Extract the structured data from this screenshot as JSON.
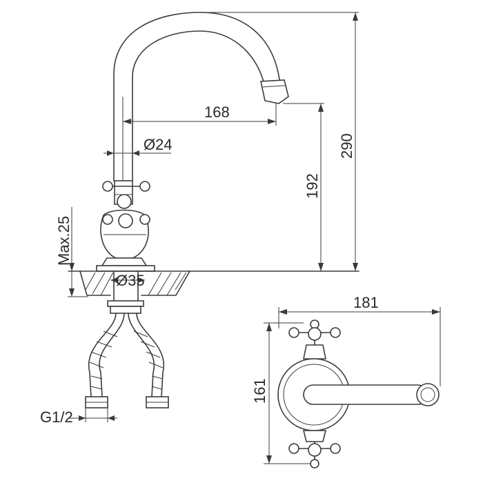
{
  "dimensions": {
    "spout_reach": "168",
    "spout_diameter": "Ø24",
    "spout_height": "192",
    "total_height": "290",
    "max_counter_thickness": "Max.25",
    "mount_hole": "Ø35",
    "hose_thread": "G1/2",
    "top_width": "181",
    "top_depth": "161"
  },
  "colors": {
    "line": "#3a3a3a",
    "background": "#ffffff"
  }
}
